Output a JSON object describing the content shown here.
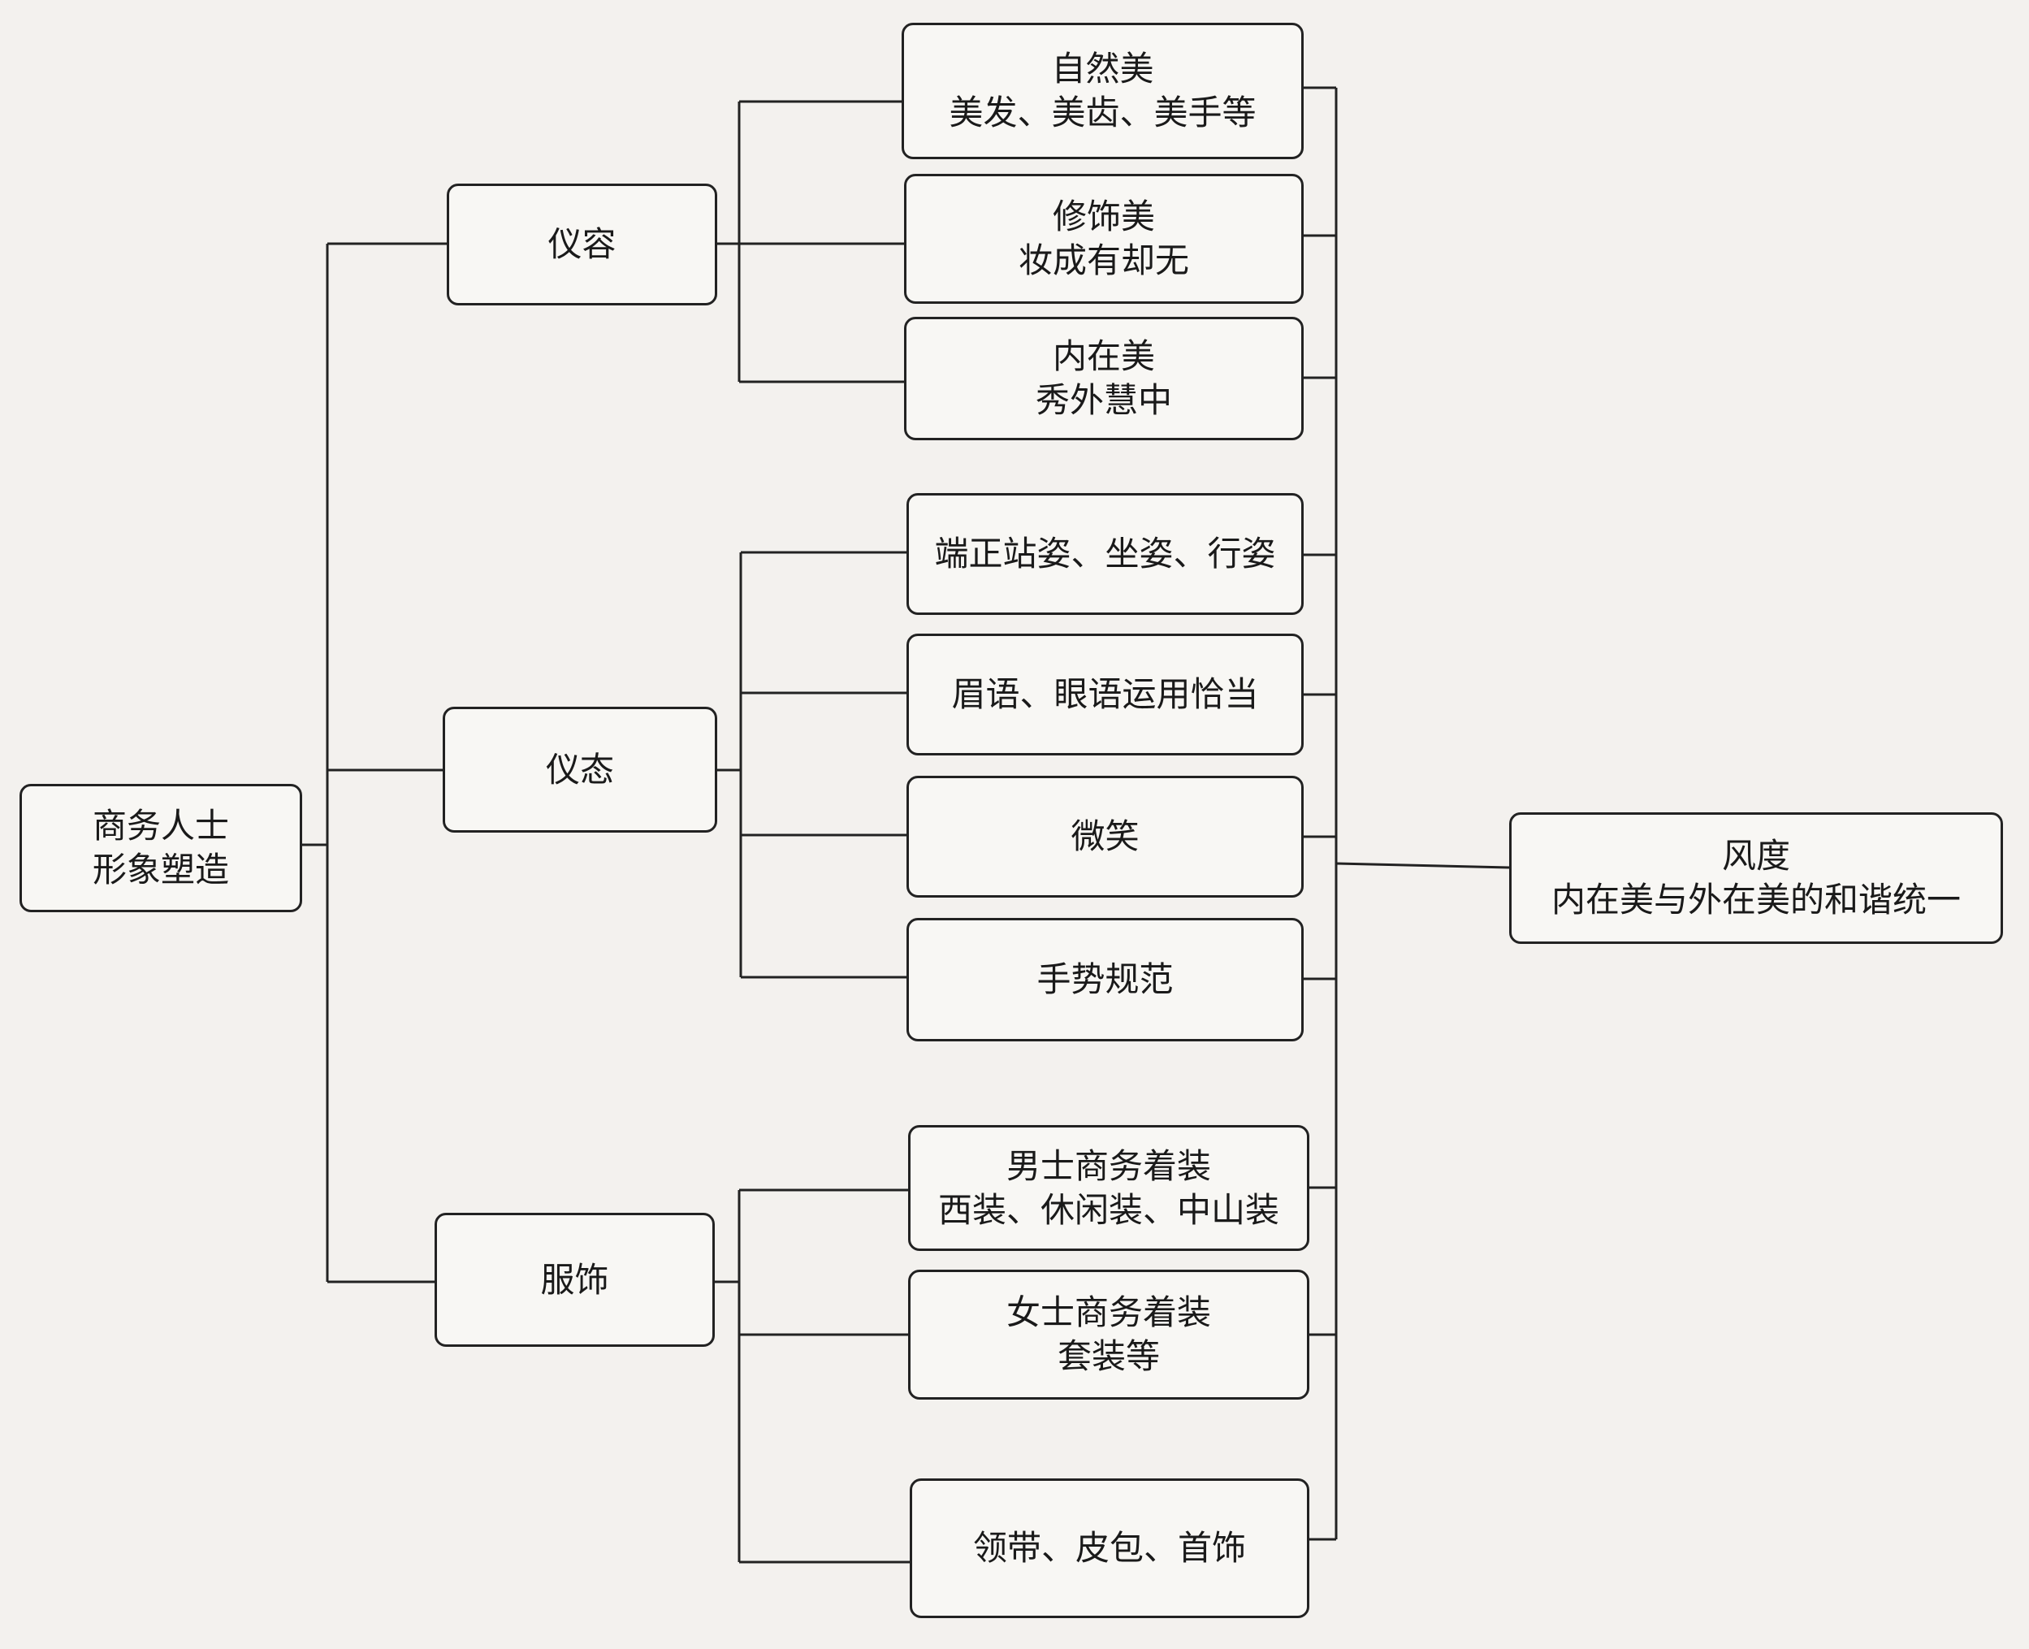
{
  "root": {
    "line1": "商务人士",
    "line2": "形象塑造"
  },
  "categories": [
    {
      "label": "仪容"
    },
    {
      "label": "仪态"
    },
    {
      "label": "服饰"
    }
  ],
  "items": [
    {
      "line1": "自然美",
      "line2": "美发、美齿、美手等"
    },
    {
      "line1": "修饰美",
      "line2": "妆成有却无"
    },
    {
      "line1": "内在美",
      "line2": "秀外慧中"
    },
    {
      "line1": "端正站姿、坐姿、行姿",
      "line2": ""
    },
    {
      "line1": "眉语、眼语运用恰当",
      "line2": ""
    },
    {
      "line1": "微笑",
      "line2": ""
    },
    {
      "line1": "手势规范",
      "line2": ""
    },
    {
      "line1": "男士商务着装",
      "line2": "西装、休闲装、中山装"
    },
    {
      "line1": "女士商务着装",
      "line2": "套装等"
    },
    {
      "line1": "领带、皮包、首饰",
      "line2": ""
    }
  ],
  "result": {
    "line1": "风度",
    "line2": "内在美与外在美的和谐统一"
  },
  "colors": {
    "line": "#222222",
    "box_fill": "#f8f7f4",
    "background": "#f3f1ee"
  }
}
